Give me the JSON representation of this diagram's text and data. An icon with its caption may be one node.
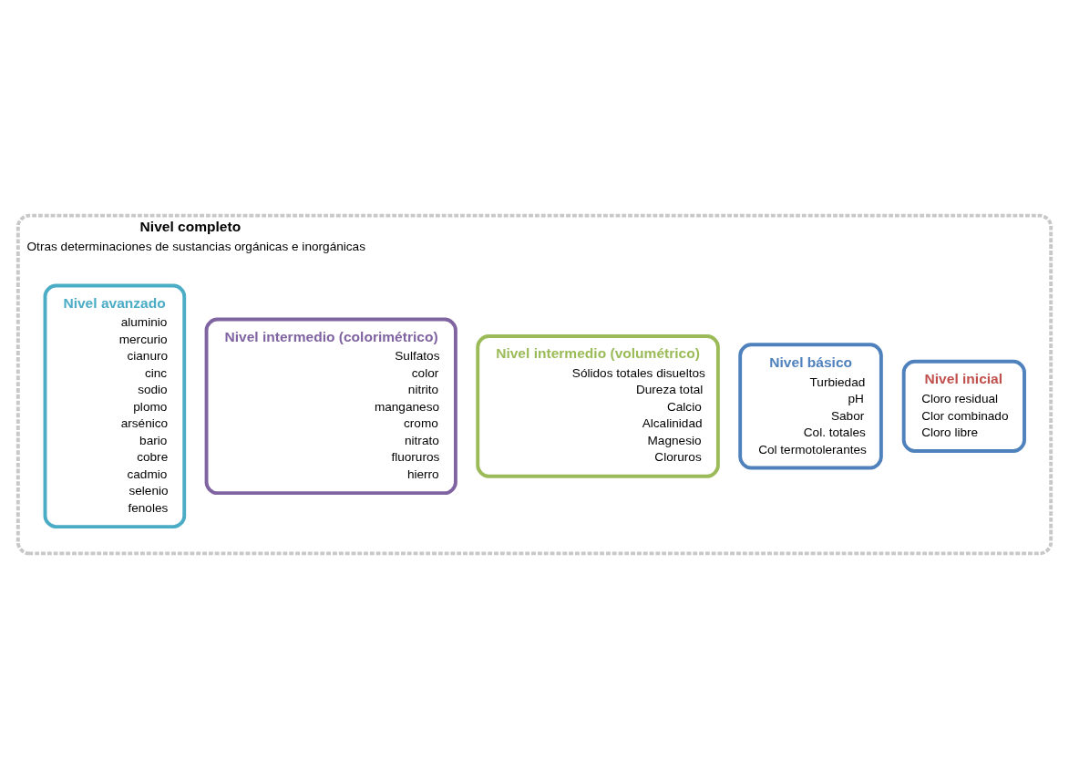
{
  "diagram": {
    "nodes": [
      {
        "text": [
          "Nivel completo",
          "Otras determinaciones de sustancias orgánicas e inorgánicas"
        ]
      },
      {
        "text": [
          "Nivel avanzado",
          "aluminio",
          "mercurio",
          "cianuro",
          "cinc",
          "sodio",
          "plomo",
          "arsénico",
          "bario",
          "cobre",
          "cadmio",
          "selenio",
          "fenoles"
        ],
        "in": 0
      },
      {
        "text": [
          "Nivel intermedio (colorimétrico)",
          "Sulfatos",
          "color",
          "nitrito",
          "manganeso",
          "cromo",
          "nitrato",
          "fluoruros",
          "hierro"
        ],
        "in": 0
      },
      {
        "text": [
          "Nivel intermedio (volumétrico)",
          "Sólidos totales disueltos",
          "Dureza total",
          "Calcio",
          "Alcalinidad",
          "Magnesio",
          "Cloruros"
        ],
        "in": 0
      },
      {
        "text": [
          "Nivel básico",
          "Turbiedad",
          "pH",
          "Sabor",
          "Col. totales",
          "Col termotolerantes"
        ],
        "in": 0
      },
      {
        "text": [
          "Nivel inicial",
          "Cloro residual",
          "Clor combinado",
          "Cloro libre"
        ],
        "in": 0
      }
    ],
    "edges": []
  }
}
